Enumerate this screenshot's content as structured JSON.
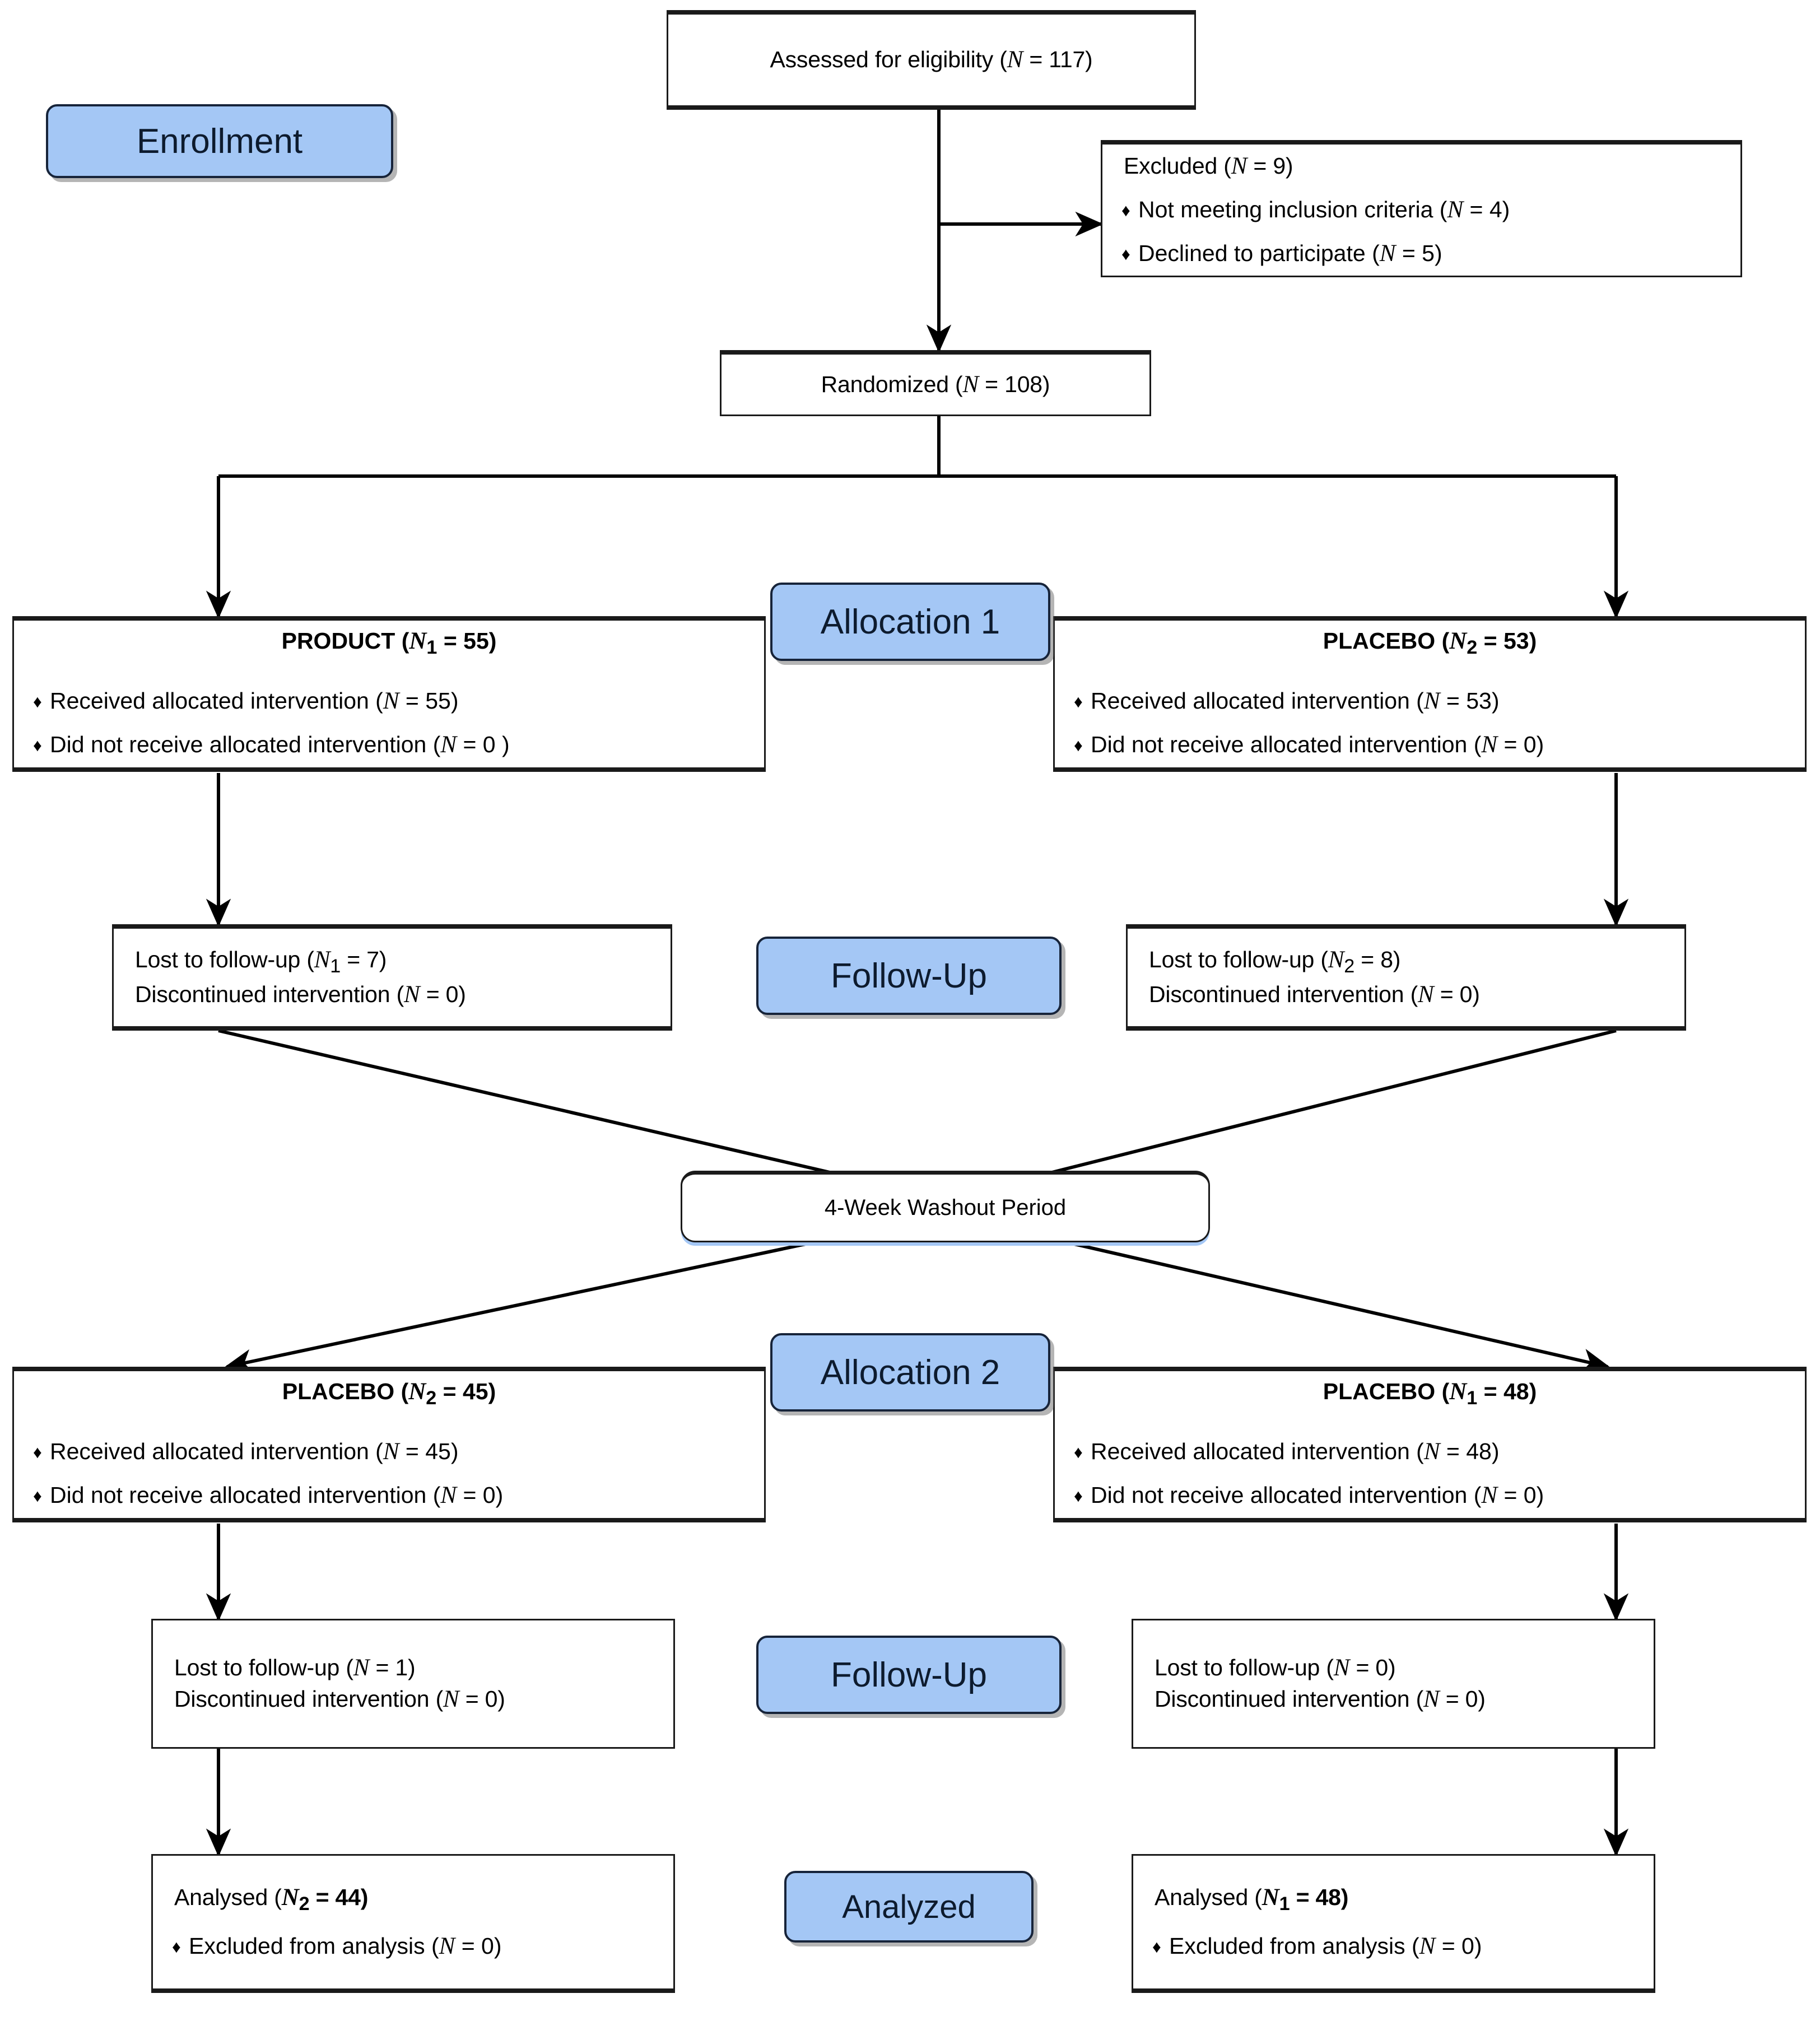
{
  "diagram": {
    "title": "CONSORT Crossover Trial Flow Diagram",
    "accent_blue": "#a4c7f5",
    "line_color": "#000000"
  },
  "stages": {
    "enrollment": "Enrollment",
    "allocation_1": "Allocation 1",
    "follow_up_1": "Follow-Up",
    "allocation_2": "Allocation 2",
    "follow_up_2": "Follow-Up",
    "analyzed": "Analyzed"
  },
  "enrollment": {
    "assessed": {
      "text_pre": "Assessed for eligibility (",
      "n_symbol": "N",
      "text_post": " = 117)"
    },
    "excluded": {
      "heading_pre": "Excluded (",
      "heading_n": "N",
      "heading_post": " = 9)",
      "items": [
        {
          "bullet": "♦",
          "label": "Not meeting inclusion criteria (",
          "n_symbol": "N",
          "tail": " = 4)"
        },
        {
          "bullet": "♦",
          "label": "Declined to participate (",
          "n_symbol": "N",
          "tail": " = 5)"
        }
      ]
    },
    "randomized": {
      "text_pre": "Randomized (",
      "n_symbol": "N",
      "text_post": " = 108)"
    }
  },
  "allocation_1": {
    "left": {
      "title_pre": "PRODUCT (",
      "title_n": "N",
      "title_sub": "1",
      "title_post": " = 55)",
      "items": [
        {
          "bullet": "♦",
          "label": "Received allocated intervention (",
          "n_symbol": "N",
          "tail": " = 55)"
        },
        {
          "bullet": "♦",
          "label": "Did not receive allocated intervention (",
          "n_symbol": "N",
          "tail": " = 0 )"
        }
      ]
    },
    "right": {
      "title_pre": "PLACEBO (",
      "title_n": "N",
      "title_sub": "2",
      "title_post": " = 53)",
      "items": [
        {
          "bullet": "♦",
          "label": "Received allocated intervention (",
          "n_symbol": "N",
          "tail": " = 53)"
        },
        {
          "bullet": "♦",
          "label": "Did not receive allocated intervention (",
          "n_symbol": "N",
          "tail": " = 0)"
        }
      ]
    }
  },
  "follow_up_1": {
    "left": {
      "lost_pre": "Lost to follow-up (",
      "lost_n": "N",
      "lost_sub": "1",
      "lost_post": " = 7)",
      "disc_pre": "Discontinued intervention (",
      "disc_n": "N",
      "disc_post": " = 0)"
    },
    "right": {
      "lost_pre": "Lost to follow-up (",
      "lost_n": "N",
      "lost_sub": "2",
      "lost_post": " = 8)",
      "disc_pre": "Discontinued intervention (",
      "disc_n": "N",
      "disc_post": " = 0)"
    }
  },
  "washout": {
    "label": "4-Week Washout Period"
  },
  "allocation_2": {
    "left": {
      "title_pre": "PLACEBO (",
      "title_n": "N",
      "title_sub": "2",
      "title_post": " = 45)",
      "items": [
        {
          "bullet": "♦",
          "label": "Received allocated intervention (",
          "n_symbol": "N",
          "tail": " = 45)"
        },
        {
          "bullet": "♦",
          "label": "Did not receive allocated intervention (",
          "n_symbol": "N",
          "tail": " = 0)"
        }
      ]
    },
    "right": {
      "title_pre": "PLACEBO (",
      "title_n": "N",
      "title_sub": "1",
      "title_post": " = 48)",
      "items": [
        {
          "bullet": "♦",
          "label": "Received allocated intervention (",
          "n_symbol": "N",
          "tail": " = 48)"
        },
        {
          "bullet": "♦",
          "label": "Did not receive allocated intervention (",
          "n_symbol": "N",
          "tail": " = 0)"
        }
      ]
    }
  },
  "follow_up_2": {
    "left": {
      "lost_pre": "Lost to follow-up (",
      "lost_n": "N",
      "lost_post": " = 1)",
      "disc_pre": "Discontinued intervention (",
      "disc_n": "N",
      "disc_post": " = 0)"
    },
    "right": {
      "lost_pre": "Lost to follow-up (",
      "lost_n": "N",
      "lost_post": " = 0)",
      "disc_pre": "Discontinued intervention (",
      "disc_n": "N",
      "disc_post": " = 0)"
    }
  },
  "analyzed": {
    "left": {
      "head_pre": "Analysed (",
      "head_n": "N",
      "head_sub": "2",
      "head_post": " = 44)",
      "bullet": "♦",
      "item_label": "Excluded from analysis (",
      "item_n": "N",
      "item_tail": " = 0)"
    },
    "right": {
      "head_pre": "Analysed (",
      "head_n": "N",
      "head_sub": "1",
      "head_post": " = 48)",
      "bullet": "♦",
      "item_label": "Excluded from analysis (",
      "item_n": "N",
      "item_tail": " = 0)"
    }
  }
}
